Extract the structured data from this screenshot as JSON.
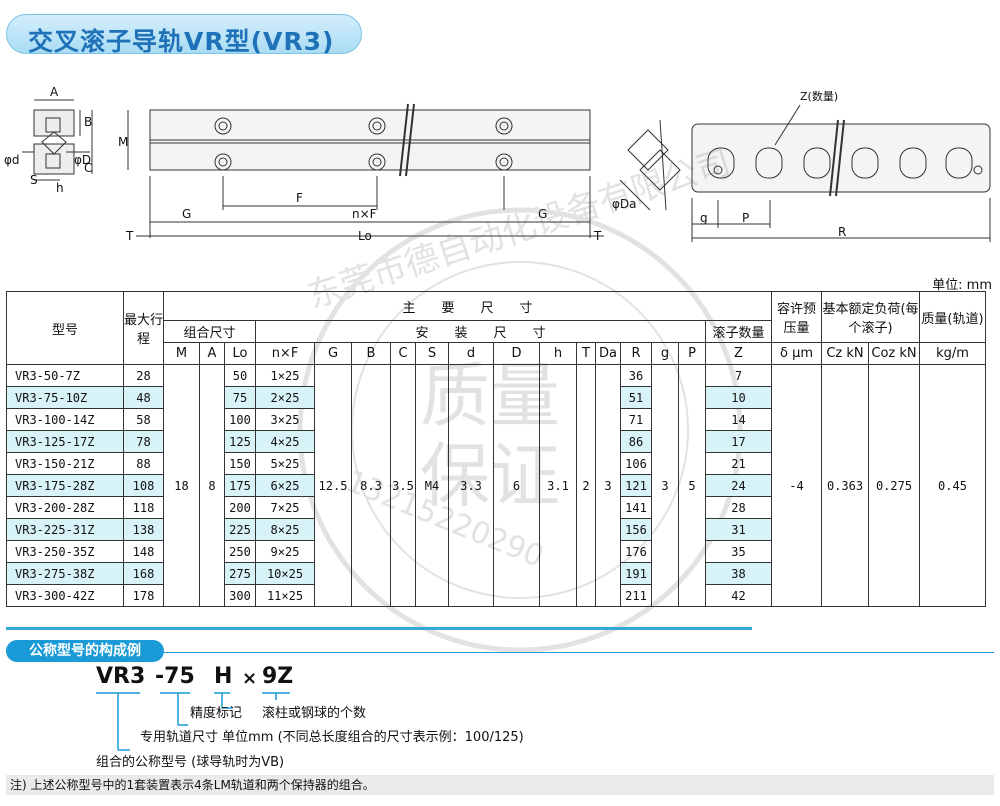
{
  "title": "交叉滚子导轨VR型(VR3)",
  "unit": "单位: mm",
  "drawing": {
    "labels": [
      "A",
      "B",
      "M",
      "φd",
      "φD",
      "C",
      "S",
      "h",
      "F",
      "n×F",
      "G",
      "G",
      "Lo",
      "T",
      "T",
      "Z(数量)",
      "φDa",
      "g",
      "P",
      "R"
    ]
  },
  "table": {
    "header_row1": {
      "model": "型号",
      "stroke": "最大行程",
      "main": "主　　要　　尺　　寸",
      "preload": "容许预压量",
      "load": "基本额定负荷(每个滚子)",
      "mass": "质量(轨道)"
    },
    "header_row2": {
      "combo": "组合尺寸",
      "install": "安　　装　　尺　　寸",
      "rollers": "滚子数量"
    },
    "header_row3": [
      "M",
      "A",
      "Lo",
      "n×F",
      "G",
      "B",
      "C",
      "S",
      "d",
      "D",
      "h",
      "T",
      "Da",
      "R",
      "g",
      "P",
      "Z",
      "δ μm",
      "Cz kN",
      "Coz kN",
      "kg/m"
    ],
    "rows": [
      {
        "model": "VR3-50-7Z",
        "stroke": "28",
        "lo": "50",
        "nf": "1×25",
        "r": "36",
        "z": "7"
      },
      {
        "model": "VR3-75-10Z",
        "stroke": "48",
        "lo": "75",
        "nf": "2×25",
        "r": "51",
        "z": "10"
      },
      {
        "model": "VR3-100-14Z",
        "stroke": "58",
        "lo": "100",
        "nf": "3×25",
        "r": "71",
        "z": "14"
      },
      {
        "model": "VR3-125-17Z",
        "stroke": "78",
        "lo": "125",
        "nf": "4×25",
        "r": "86",
        "z": "17"
      },
      {
        "model": "VR3-150-21Z",
        "stroke": "88",
        "lo": "150",
        "nf": "5×25",
        "r": "106",
        "z": "21"
      },
      {
        "model": "VR3-175-28Z",
        "stroke": "108",
        "lo": "175",
        "nf": "6×25",
        "r": "121",
        "z": "24"
      },
      {
        "model": "VR3-200-28Z",
        "stroke": "118",
        "lo": "200",
        "nf": "7×25",
        "r": "141",
        "z": "28"
      },
      {
        "model": "VR3-225-31Z",
        "stroke": "138",
        "lo": "225",
        "nf": "8×25",
        "r": "156",
        "z": "31"
      },
      {
        "model": "VR3-250-35Z",
        "stroke": "148",
        "lo": "250",
        "nf": "9×25",
        "r": "176",
        "z": "35"
      },
      {
        "model": "VR3-275-38Z",
        "stroke": "168",
        "lo": "275",
        "nf": "10×25",
        "r": "191",
        "z": "38"
      },
      {
        "model": "VR3-300-42Z",
        "stroke": "178",
        "lo": "300",
        "nf": "11×25",
        "r": "211",
        "z": "42"
      }
    ],
    "common": {
      "m": "18",
      "a": "8",
      "g": "12.5",
      "b": "8.3",
      "c": "3.5",
      "s": "M4",
      "d": "3.3",
      "D": "6",
      "h": "3.1",
      "t": "2",
      "da": "3",
      "g2": "3",
      "p": "5",
      "delta": "-4",
      "cz": "0.363",
      "coz": "0.275",
      "mass": "0.45"
    }
  },
  "example": {
    "section_label": "公称型号的构成例",
    "part1": "VR3",
    "part2": "-75",
    "part3": "H",
    "part4": "×",
    "part5": "9Z",
    "desc_precision": "精度标记",
    "desc_rollers": "滚柱或钢球的个数",
    "desc_rail": "专用轨道尺寸 单位mm (不同总长度组合的尺寸表示例：100/125)",
    "desc_model": "组合的公称型号 (球导轨时为VB)"
  },
  "note": "注) 上述公称型号中的1套装置表示4条LM轨道和两个保持器的组合。",
  "watermark": {
    "ring_text": "东莞市德自动化设备有限公司",
    "center1": "质量",
    "center2": "保证",
    "number": "13215220290"
  },
  "colors": {
    "accent": "#1a9ad6",
    "title": "#1f72b8",
    "highlight": "#d8f3f8"
  }
}
